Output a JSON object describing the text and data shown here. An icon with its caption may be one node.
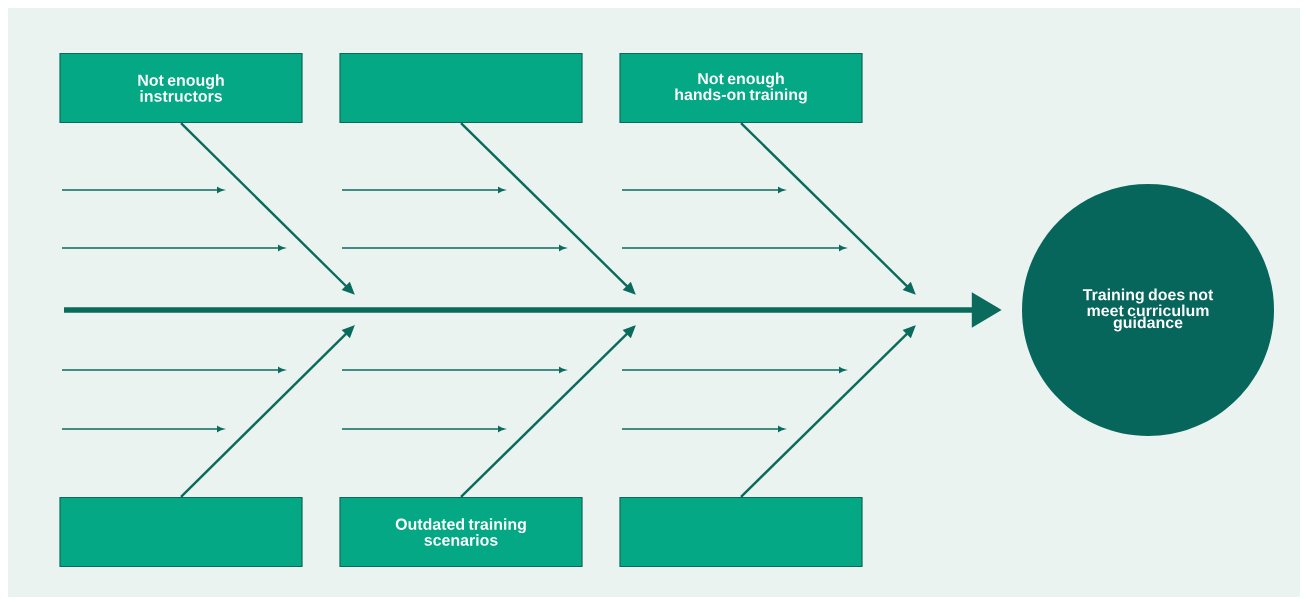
{
  "diagram": {
    "nodes": [
      {
        "text": [
          "Not enough instructors"
        ]
      },
      {
        "text": [],
        "shape": "box"
      },
      {
        "text": [
          "Not enough hands-on training"
        ]
      },
      {
        "text": [],
        "shape": "box"
      },
      {
        "text": [
          "Outdated training scenarios"
        ]
      },
      {
        "text": [],
        "shape": "box"
      },
      {
        "text": [
          "Training does not meet curriculum guidance"
        ]
      }
    ],
    "edges": [
      {
        "from": 0,
        "to": null,
        "arrow": "to"
      },
      {
        "from": 1,
        "to": null,
        "arrow": "to"
      },
      {
        "from": 2,
        "to": null,
        "arrow": "to"
      },
      {
        "from": 3,
        "to": null,
        "arrow": "to"
      },
      {
        "from": 4,
        "to": null,
        "arrow": "to"
      },
      {
        "from": 5,
        "to": null,
        "arrow": "to"
      },
      {
        "from": null,
        "to": 6,
        "arrow": "to",
        "style": "thick"
      }
    ]
  }
}
